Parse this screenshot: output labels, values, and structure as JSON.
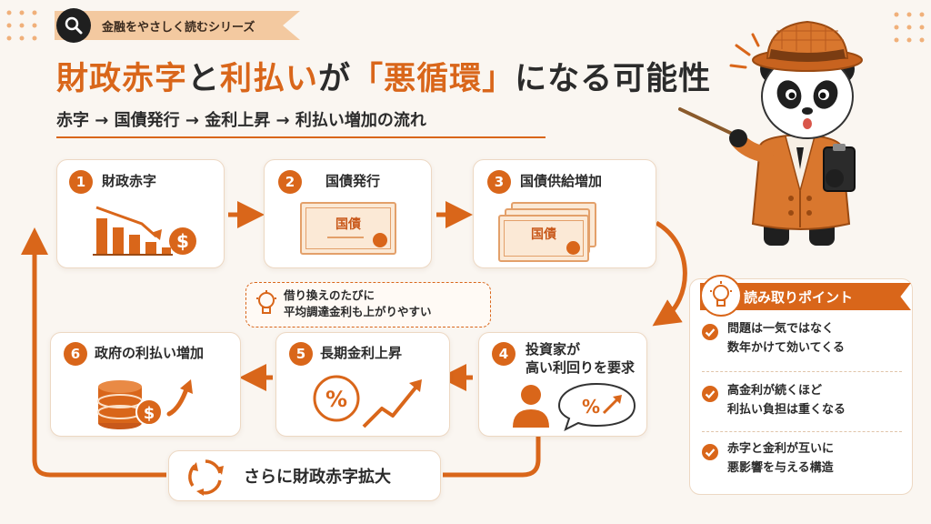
{
  "series_label": "金融をやさしく読むシリーズ",
  "title": {
    "part1": "財政赤字",
    "part2": "と",
    "part3": "利払い",
    "part4": "が",
    "part5": "「悪循環」",
    "part6": "になる可能性"
  },
  "subtitle": "赤字 → 国債発行 → 金利上昇 → 利払い増加の流れ",
  "steps": [
    {
      "num": "1",
      "label": "財政赤字"
    },
    {
      "num": "2",
      "label": "国債発行",
      "cert_text": "国債"
    },
    {
      "num": "3",
      "label": "国債供給増加",
      "cert_text": "国債"
    },
    {
      "num": "4",
      "label_line1": "投資家が",
      "label_line2": "高い利回りを要求"
    },
    {
      "num": "5",
      "label": "長期金利上昇"
    },
    {
      "num": "6",
      "label": "政府の利払い増加"
    }
  ],
  "note": {
    "line1": "借り換えのたびに",
    "line2": "平均調達金利も上がりやすい"
  },
  "loop_label": "さらに財政赤字拡大",
  "points": {
    "heading": "読み取りポイント",
    "items": [
      {
        "line1": "問題は一気ではなく",
        "line2": "数年かけて効いてくる"
      },
      {
        "line1": "高金利が続くほど",
        "line2": "利払い負担は重くなる"
      },
      {
        "line1": "赤字と金利が互いに",
        "line2": "悪影響を与える構造"
      }
    ]
  },
  "colors": {
    "accent": "#d9661a",
    "background": "#faf6f1",
    "card_border": "#edd8c3"
  },
  "icons": [
    "search-icon",
    "declining-bar-chart-icon",
    "dollar-coin-icon",
    "certificate-icon",
    "certificates-stack-icon",
    "investor-person-icon",
    "percent-speech-bubble-icon",
    "percent-rising-icon",
    "coin-stack-icon",
    "up-arrow-icon",
    "cycle-arrows-icon",
    "lightbulb-icon",
    "check-icon",
    "panda-detective-mascot"
  ]
}
